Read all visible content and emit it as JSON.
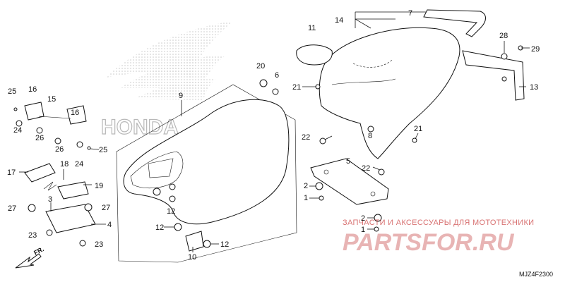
{
  "diagram": {
    "code": "MJZ4F2300",
    "front_label": "FR.",
    "brand_logo": "HONDA",
    "watermark_caption": "ЗАПЧАСТИ И АКСЕССУАРЫ ДЛЯ МОТОТЕХНИКИ",
    "watermark_brand": "PARTSFOR.RU",
    "callouts": {
      "c1a": "1",
      "c1b": "1",
      "c2a": "2",
      "c2b": "2",
      "c3": "3",
      "c4": "4",
      "c5": "5",
      "c6": "6",
      "c7": "7",
      "c8": "8",
      "c9": "9",
      "c10": "10",
      "c11": "11",
      "c12a": "12",
      "c12b": "12",
      "c12c": "12",
      "c13": "13",
      "c14": "14",
      "c15": "15",
      "c16a": "16",
      "c16b": "16",
      "c17": "17",
      "c18": "18",
      "c19": "19",
      "c20": "20",
      "c21a": "21",
      "c21b": "21",
      "c22a": "22",
      "c22b": "22",
      "c23a": "23",
      "c23b": "23",
      "c24a": "24",
      "c24b": "24",
      "c25a": "25",
      "c25b": "25",
      "c26a": "26",
      "c26b": "26",
      "c27a": "27",
      "c27b": "27",
      "c28": "28",
      "c29": "29"
    }
  }
}
